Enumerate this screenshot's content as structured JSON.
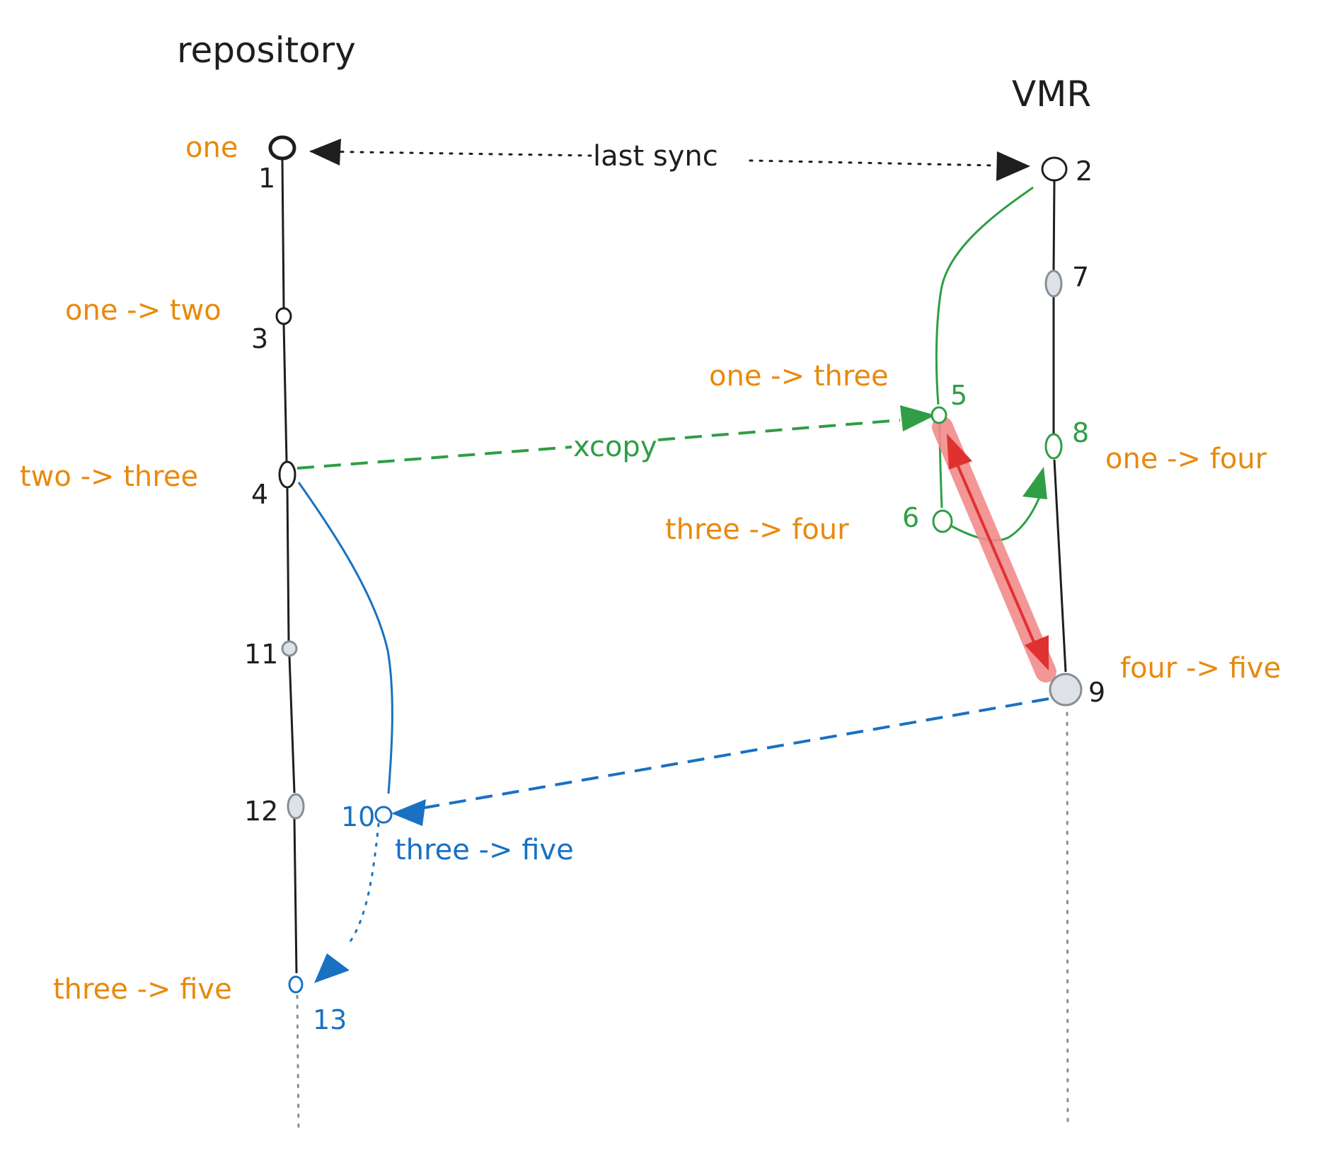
{
  "titles": {
    "repository": "repository",
    "vmr": "VMR"
  },
  "edges": {
    "last_sync": "last sync",
    "xcopy": "xcopy"
  },
  "commits": {
    "c1": {
      "number": "1",
      "label": "one"
    },
    "c2": {
      "number": "2"
    },
    "c3": {
      "number": "3",
      "label": "one -> two"
    },
    "c4": {
      "number": "4",
      "label": "two -> three"
    },
    "c5": {
      "number": "5",
      "label": "one -> three"
    },
    "c6": {
      "number": "6",
      "label": "three -> four"
    },
    "c7": {
      "number": "7"
    },
    "c8": {
      "number": "8",
      "label": "one -> four"
    },
    "c9": {
      "number": "9",
      "label": "four -> five"
    },
    "c10": {
      "number": "10",
      "label": "three -> five"
    },
    "c11": {
      "number": "11"
    },
    "c12": {
      "number": "12"
    },
    "c13": {
      "number": "13",
      "label": "three -> five"
    }
  },
  "colors": {
    "ink": "#1e1e1e",
    "orange": "#e8890c",
    "green": "#2f9e44",
    "blue": "#1971c2",
    "red": "#e03131",
    "red_highlight": "#f28b8b",
    "gray_fill": "#dee2e6",
    "gray_stroke": "#868e96"
  }
}
